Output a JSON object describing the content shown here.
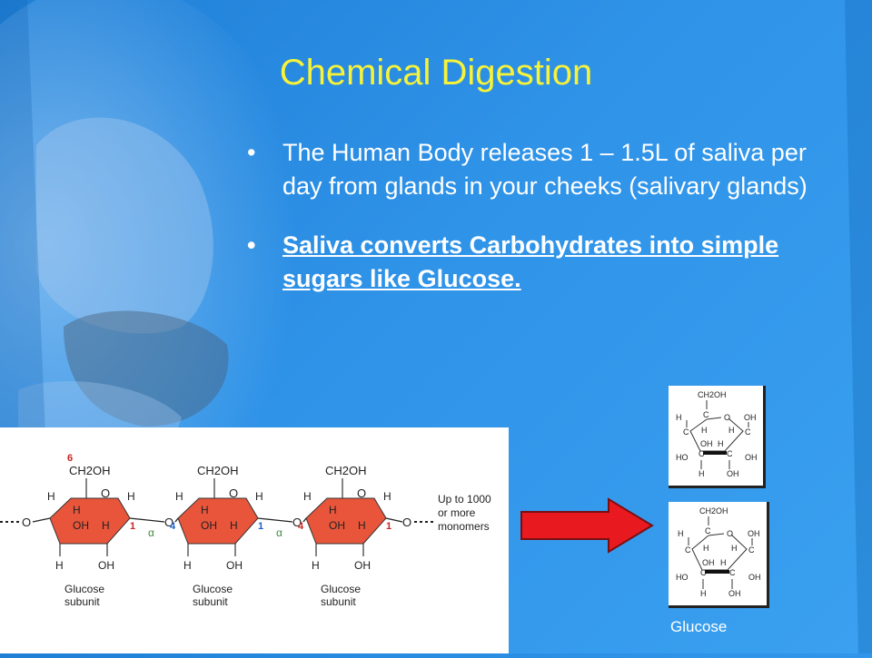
{
  "slide": {
    "title": "Chemical Digestion",
    "bullets": [
      "The Human Body releases 1 – 1.5L of saliva per day from glands in your cheeks (salivary glands)",
      "Saliva converts Carbohydrates into simple sugars like Glucose."
    ],
    "bullet_char": "•"
  },
  "chain_diagram": {
    "units": [
      {
        "ch2oh": "CH2OH",
        "h": "H",
        "oh": "OH",
        "label_line1": "Glucose",
        "label_line2": "subunit"
      },
      {
        "ch2oh": "CH2OH",
        "h": "H",
        "oh": "OH",
        "label_line1": "Glucose",
        "label_line2": "subunit"
      },
      {
        "ch2oh": "CH2OH",
        "h": "H",
        "oh": "OH",
        "label_line1": "Glucose",
        "label_line2": "subunit"
      }
    ],
    "carbon_6": "6",
    "carbon_1": "1",
    "carbon_4": "4",
    "alpha": "α",
    "oxygen": "O",
    "note_line1": "Up to 1000",
    "note_line2": "or more",
    "note_line3": "monomers",
    "ring_color": "#e8553a",
    "number_color": "#cc2222",
    "alpha_color": "#3a8a3a"
  },
  "glucose_structure": {
    "ch2oh": "CH2OH",
    "h": "H",
    "oh": "OH",
    "ho": "HO",
    "c": "C",
    "o": "O",
    "caption": "Glucose"
  },
  "arrow_color": "#e8191f"
}
